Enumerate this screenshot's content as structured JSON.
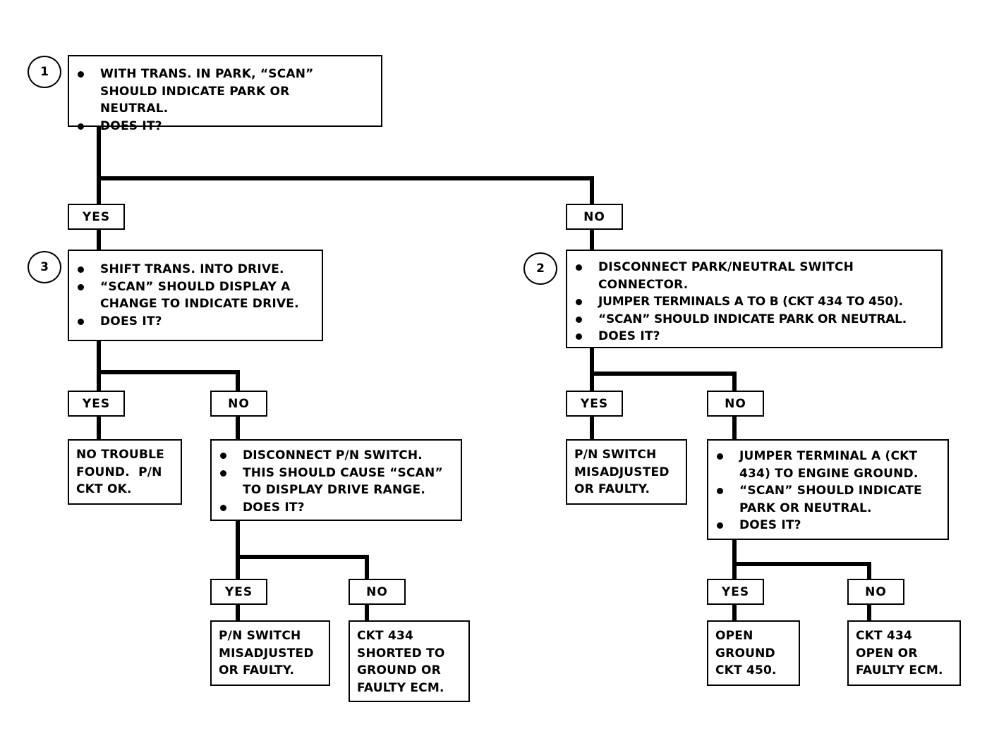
{
  "diagram": {
    "type": "troubleshooting-flowchart",
    "nodes": {
      "step1": {
        "number": "1",
        "lines": [
          "WITH TRANS. IN PARK, “SCAN” SHOULD INDICATE PARK OR NEUTRAL.",
          "DOES IT?"
        ]
      },
      "step1_yes": "YES",
      "step1_no": "NO",
      "step3": {
        "number": "3",
        "lines": [
          "SHIFT TRANS. INTO DRIVE.",
          "“SCAN” SHOULD DISPLAY A CHANGE TO INDICATE DRIVE.",
          "DOES IT?"
        ]
      },
      "step3_yes": "YES",
      "step3_no": "NO",
      "step3_yes_result": [
        "NO TROUBLE",
        "FOUND.  P/N",
        "CKT OK."
      ],
      "step3_no_check": {
        "lines": [
          "DISCONNECT P/N SWITCH.",
          "THIS SHOULD CAUSE “SCAN” TO DISPLAY DRIVE RANGE.",
          "DOES IT?"
        ]
      },
      "step3_no_yes": "YES",
      "step3_no_no": "NO",
      "step3_no_yes_result": [
        "P/N SWITCH",
        "MISADJUSTED",
        "OR FAULTY."
      ],
      "step3_no_no_result": [
        "CKT 434",
        "SHORTED TO",
        "GROUND OR",
        "FAULTY ECM."
      ],
      "step2": {
        "number": "2",
        "lines": [
          "DISCONNECT PARK/NEUTRAL SWITCH CONNECTOR.",
          "JUMPER TERMINALS A TO B (CKT 434 TO 450).",
          "“SCAN” SHOULD INDICATE PARK OR NEUTRAL.",
          "DOES IT?"
        ]
      },
      "step2_yes": "YES",
      "step2_no": "NO",
      "step2_yes_result": [
        "P/N SWITCH",
        "MISADJUSTED",
        "OR FAULTY."
      ],
      "step2_no_check": {
        "lines": [
          "JUMPER TERMINAL A (CKT 434) TO ENGINE GROUND.",
          "“SCAN” SHOULD INDICATE PARK OR NEUTRAL.",
          "DOES IT?"
        ]
      },
      "step2_no_yes": "YES",
      "step2_no_no": "NO",
      "step2_no_yes_result": [
        "OPEN",
        "GROUND",
        "CKT 450."
      ],
      "step2_no_no_result": [
        "CKT 434",
        "OPEN OR",
        "FAULTY ECM."
      ]
    }
  }
}
